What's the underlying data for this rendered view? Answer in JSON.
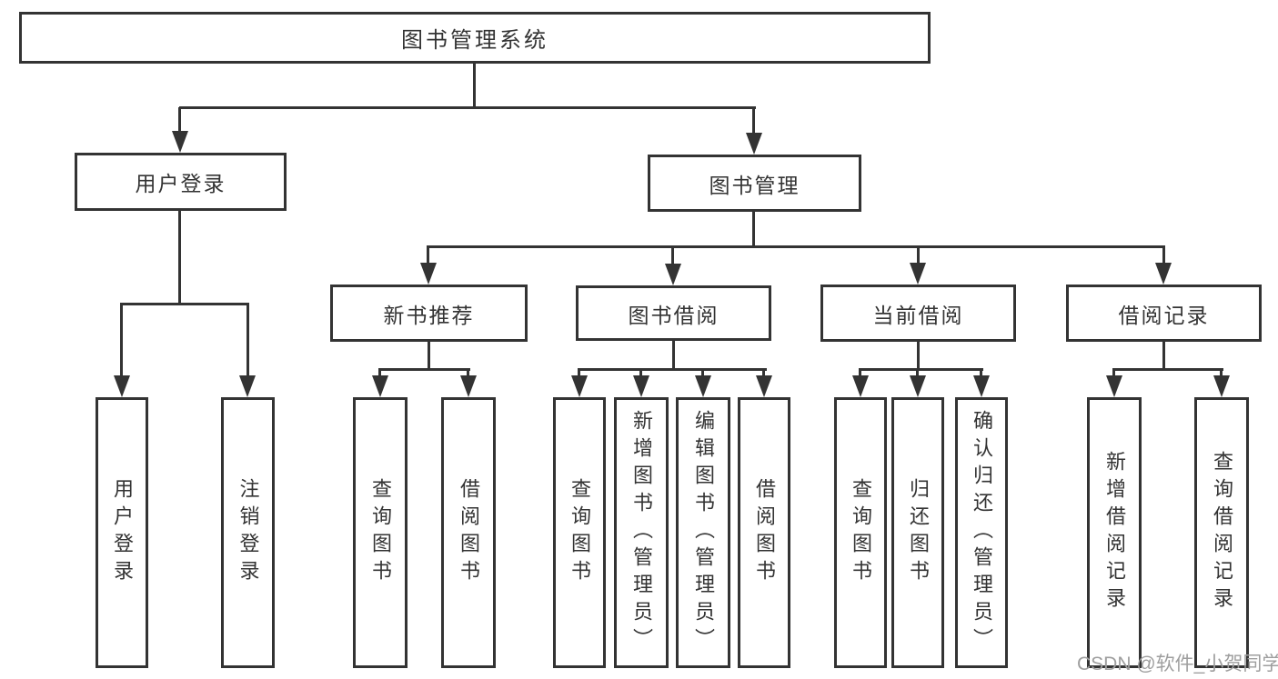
{
  "diagram": {
    "root": {
      "label": "图书管理系统"
    },
    "children": [
      {
        "label": "用户登录",
        "children": [
          {
            "label": "用户登录"
          },
          {
            "label": "注销登录"
          }
        ]
      },
      {
        "label": "图书管理",
        "children": [
          {
            "label": "新书推荐",
            "children": [
              {
                "label": "查询图书"
              },
              {
                "label": "借阅图书"
              }
            ]
          },
          {
            "label": "图书借阅",
            "children": [
              {
                "label": "查询图书"
              },
              {
                "label": "新增图书（管理员）"
              },
              {
                "label": "编辑图书（管理员）"
              },
              {
                "label": "借阅图书"
              }
            ]
          },
          {
            "label": "当前借阅",
            "children": [
              {
                "label": "查询图书"
              },
              {
                "label": "归还图书"
              },
              {
                "label": "确认归还（管理员）"
              }
            ]
          },
          {
            "label": "借阅记录",
            "children": [
              {
                "label": "新增借阅记录"
              },
              {
                "label": "查询借阅记录"
              }
            ]
          }
        ]
      }
    ]
  },
  "watermark": {
    "label": "CSDN @软件_小贺同学",
    "color": "#9e9e9e"
  },
  "colors": {
    "line": "#333333",
    "text": "#333333",
    "box_fill": "#ffffff",
    "background": "#ffffff"
  }
}
